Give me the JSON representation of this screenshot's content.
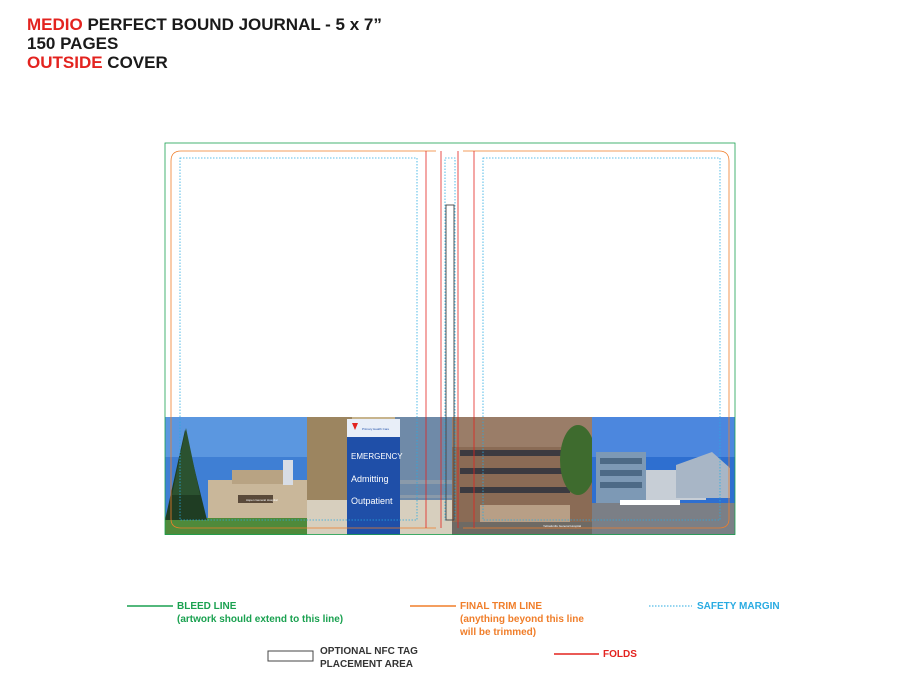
{
  "header": {
    "line1_highlight": "MEDIO",
    "line1_rest": " PERFECT BOUND JOURNAL - 5 x 7”",
    "line2": "150 PAGES",
    "line3_highlight": "OUTSIDE",
    "line3_rest": " COVER"
  },
  "photos": {
    "photo2_sign": [
      "EMERGENCY",
      "Admitting",
      "Outpatient"
    ],
    "photo2_tag": "Primary Health Care",
    "photo1_caption": "Aspen General Hospital",
    "photo3_caption": "Yellowknife General Hospital"
  },
  "legend": {
    "bleed_title": "BLEED LINE",
    "bleed_note": "(artwork should extend to this line)",
    "trim_title": "FINAL TRIM LINE",
    "trim_note_1": "(anything beyond this line",
    "trim_note_2": "will be trimmed)",
    "safety_title": "SAFETY MARGIN",
    "nfc_title_1": "OPTIONAL NFC TAG",
    "nfc_title_2": "PLACEMENT AREA",
    "folds_title": "FOLDS"
  },
  "colors": {
    "bleed": "#1aa150",
    "trim": "#f07e2a",
    "safety": "#29abe2",
    "folds": "#e3231f",
    "highlight": "#e3231f"
  }
}
